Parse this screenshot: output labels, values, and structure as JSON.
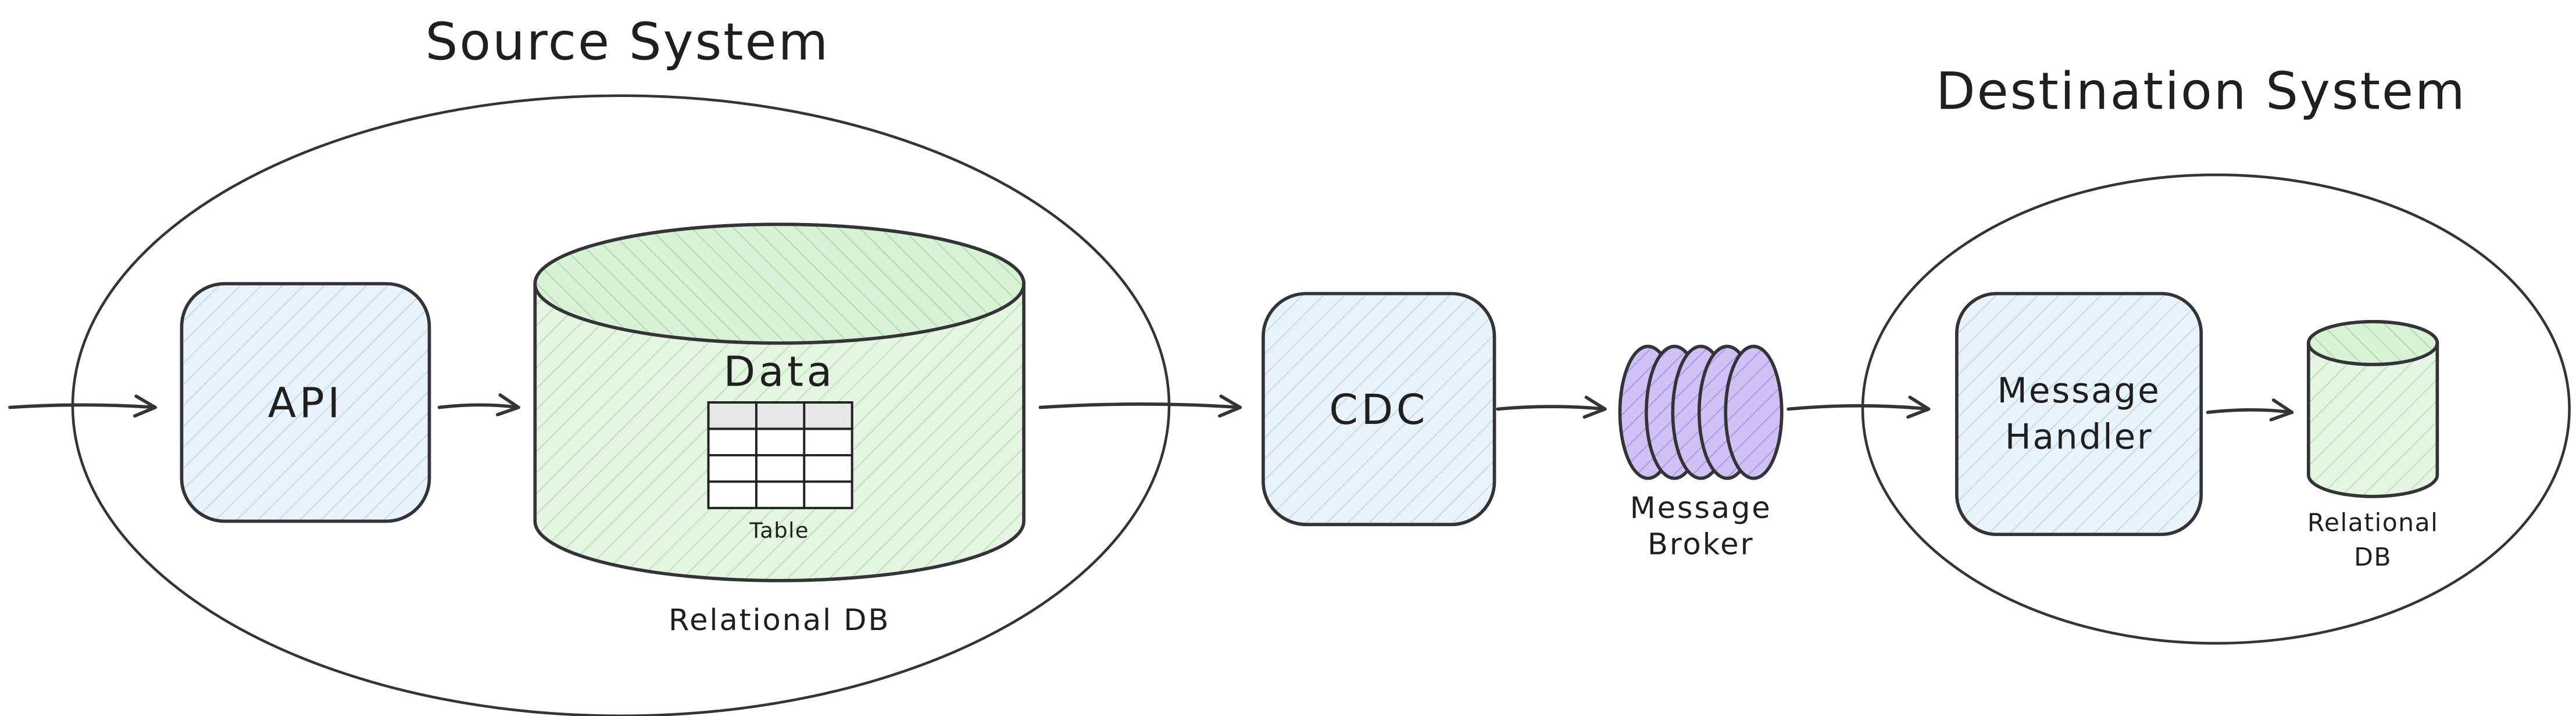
{
  "diagram": {
    "source": {
      "title": "Source System",
      "api_label": "API",
      "database": {
        "title": "Data",
        "table_caption": "Table",
        "caption": "Relational DB"
      }
    },
    "cdc": {
      "label": "CDC"
    },
    "broker": {
      "label_line1": "Message",
      "label_line2": "Broker"
    },
    "destination": {
      "title": "Destination System",
      "handler_line1": "Message",
      "handler_line2": "Handler",
      "db_line1": "Relational",
      "db_line2": "DB"
    },
    "colors": {
      "stroke": "#343438",
      "box_fill": "#e9f3fc",
      "box_hatch": "#bcdaee",
      "db_fill": "#e4f6e2",
      "db_hatch": "#b4e4ae",
      "db_top_fill": "#d9f1d6",
      "broker_fill": "#d0c1f4",
      "broker_hatch": "#a690e6",
      "table_header_fill": "#e8e8e8"
    }
  }
}
